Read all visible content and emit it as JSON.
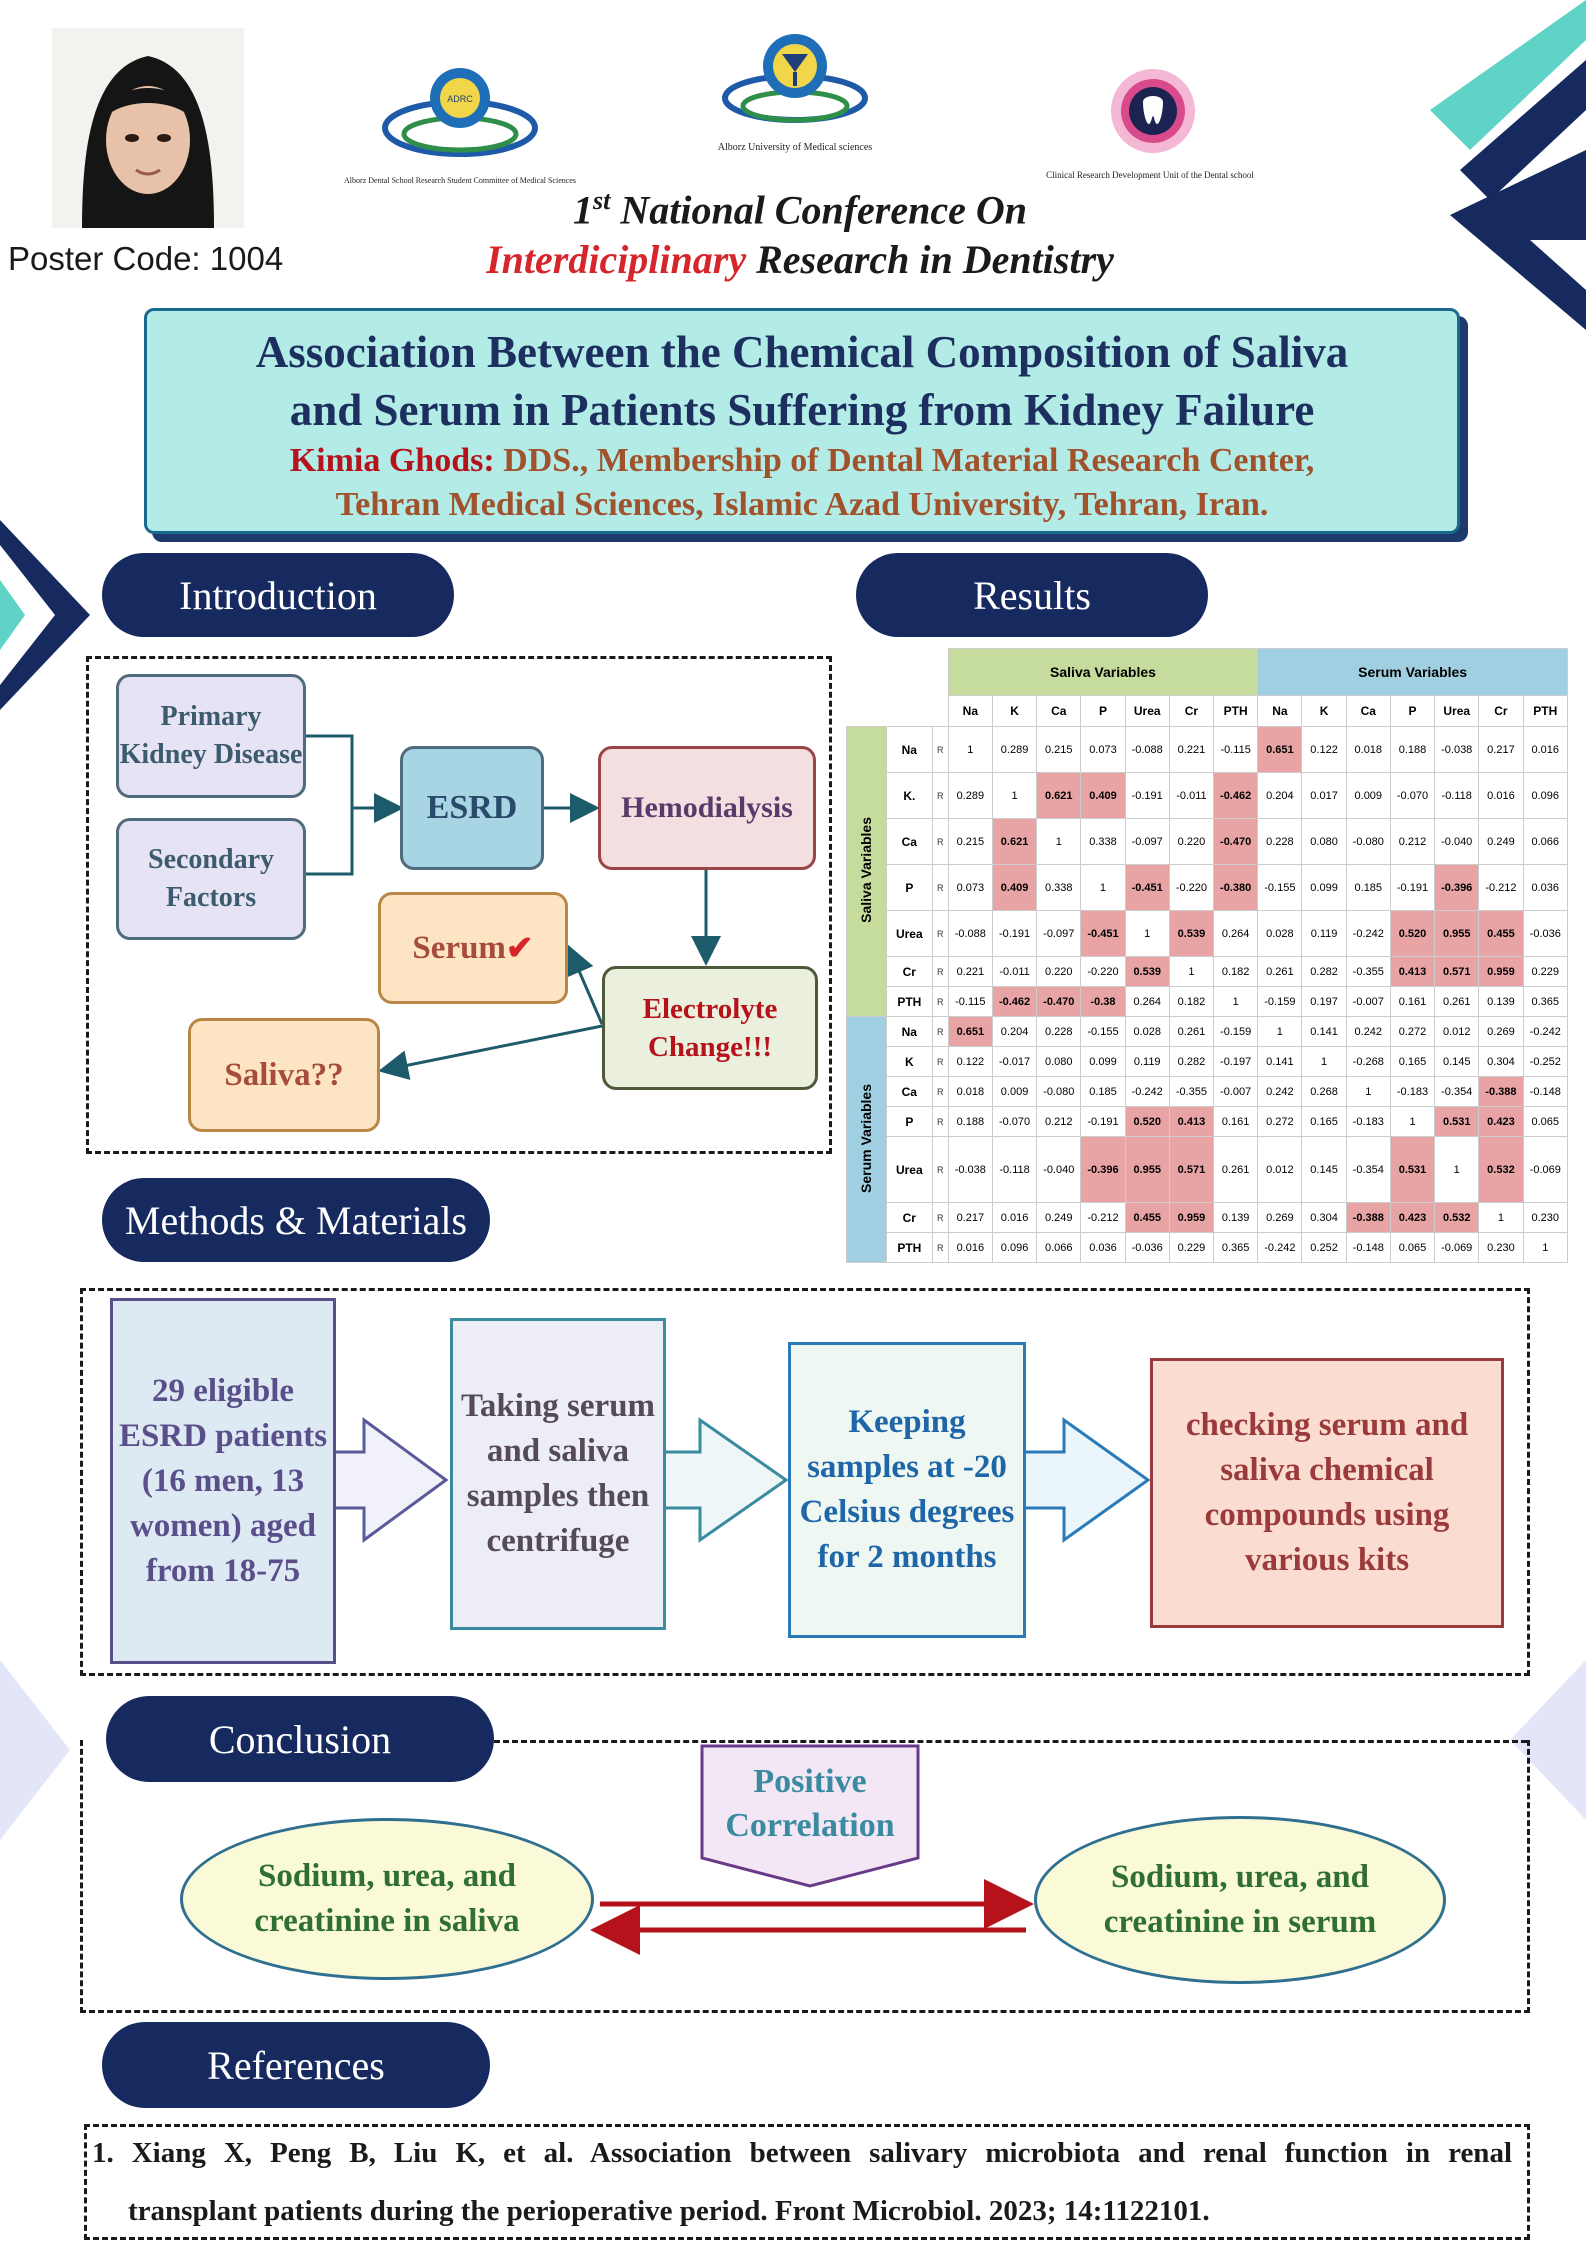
{
  "header": {
    "poster_code": "Poster Code: 1004",
    "logo_left_label": "Alborz Dental School Research Student Committee of Medical Sciences",
    "logo_left_text": "ADRC",
    "logo_center_label": "Alborz University of Medical sciences",
    "logo_right_label": "Clinical Research Development Unit of the Dental school",
    "conference_line1_ord": "1",
    "conference_line1_sup": "st",
    "conference_line1_rest": " National Conference On",
    "conference_line2_red": "Interdiciplinary",
    "conference_line2_rest": " Research in Dentistry"
  },
  "title": {
    "line1": "Association Between the Chemical Composition of Saliva",
    "line2": "and Serum in Patients Suffering from Kidney Failure",
    "author_name": "Kimia Ghods:",
    "affiliation1": " DDS., Membership of Dental Material Research Center,",
    "affiliation2": "Tehran Medical Sciences, Islamic Azad University, Tehran, Iran."
  },
  "sections": {
    "introduction": "Introduction",
    "results": "Results",
    "methods": "Methods & Materials",
    "conclusion": "Conclusion",
    "references": "References"
  },
  "intro": {
    "primary": "Primary Kidney Disease",
    "secondary": "Secondary Factors",
    "esrd": "ESRD",
    "hemodialysis": "Hemodialysis",
    "serum": "Serum",
    "serum_mark": "✔",
    "electrolyte": "Electrolyte Change!!!",
    "saliva": "Saliva??"
  },
  "results_table": {
    "saliva_group": "Saliva Variables",
    "serum_group": "Serum Variables",
    "columns": [
      "Na",
      "K",
      "Ca",
      "P",
      "Urea",
      "Cr",
      "PTH",
      "Na",
      "K",
      "Ca",
      "P",
      "Urea",
      "Cr",
      "PTH"
    ],
    "r_label": "R",
    "saliva_rows": [
      {
        "label": "Na",
        "values": [
          "1",
          "0.289",
          "0.215",
          "0.073",
          "-0.088",
          "0.221",
          "-0.115",
          "0.651",
          "0.122",
          "0.018",
          "0.188",
          "-0.038",
          "0.217",
          "0.016"
        ]
      },
      {
        "label": "K.",
        "values": [
          "0.289",
          "1",
          "0.621",
          "0.409",
          "-0.191",
          "-0.011",
          "-0.462",
          "0.204",
          "0.017",
          "0.009",
          "-0.070",
          "-0.118",
          "0.016",
          "0.096"
        ]
      },
      {
        "label": "Ca",
        "values": [
          "0.215",
          "0.621",
          "1",
          "0.338",
          "-0.097",
          "0.220",
          "-0.470",
          "0.228",
          "0.080",
          "-0.080",
          "0.212",
          "-0.040",
          "0.249",
          "0.066"
        ]
      },
      {
        "label": "P",
        "values": [
          "0.073",
          "0.409",
          "0.338",
          "1",
          "-0.451",
          "-0.220",
          "-0.380",
          "-0.155",
          "0.099",
          "0.185",
          "-0.191",
          "-0.396",
          "-0.212",
          "0.036"
        ]
      },
      {
        "label": "Urea",
        "values": [
          "-0.088",
          "-0.191",
          "-0.097",
          "-0.451",
          "1",
          "0.539",
          "0.264",
          "0.028",
          "0.119",
          "-0.242",
          "0.520",
          "0.955",
          "0.455",
          "-0.036"
        ]
      },
      {
        "label": "Cr",
        "values": [
          "0.221",
          "-0.011",
          "0.220",
          "-0.220",
          "0.539",
          "1",
          "0.182",
          "0.261",
          "0.282",
          "-0.355",
          "0.413",
          "0.571",
          "0.959",
          "0.229"
        ]
      },
      {
        "label": "PTH",
        "values": [
          "-0.115",
          "-0.462",
          "-0.470",
          "-0.38",
          "0.264",
          "0.182",
          "1",
          "-0.159",
          "0.197",
          "-0.007",
          "0.161",
          "0.261",
          "0.139",
          "0.365"
        ]
      }
    ],
    "serum_rows": [
      {
        "label": "Na",
        "values": [
          "0.651",
          "0.204",
          "0.228",
          "-0.155",
          "0.028",
          "0.261",
          "-0.159",
          "1",
          "0.141",
          "0.242",
          "0.272",
          "0.012",
          "0.269",
          "-0.242"
        ]
      },
      {
        "label": "K",
        "values": [
          "0.122",
          "-0.017",
          "0.080",
          "0.099",
          "0.119",
          "0.282",
          "-0.197",
          "0.141",
          "1",
          "-0.268",
          "0.165",
          "0.145",
          "0.304",
          "-0.252"
        ]
      },
      {
        "label": "Ca",
        "values": [
          "0.018",
          "0.009",
          "-0.080",
          "0.185",
          "-0.242",
          "-0.355",
          "-0.007",
          "0.242",
          "0.268",
          "1",
          "-0.183",
          "-0.354",
          "-0.388",
          "-0.148"
        ]
      },
      {
        "label": "P",
        "values": [
          "0.188",
          "-0.070",
          "0.212",
          "-0.191",
          "0.520",
          "0.413",
          "0.161",
          "0.272",
          "0.165",
          "-0.183",
          "1",
          "0.531",
          "0.423",
          "0.065"
        ]
      },
      {
        "label": "Urea",
        "values": [
          "-0.038",
          "-0.118",
          "-0.040",
          "-0.396",
          "0.955",
          "0.571",
          "0.261",
          "0.012",
          "0.145",
          "-0.354",
          "0.531",
          "1",
          "0.532",
          "-0.069"
        ]
      },
      {
        "label": "Cr",
        "values": [
          "0.217",
          "0.016",
          "0.249",
          "-0.212",
          "0.455",
          "0.959",
          "0.139",
          "0.269",
          "0.304",
          "-0.388",
          "0.423",
          "0.532",
          "1",
          "0.230"
        ]
      },
      {
        "label": "PTH",
        "values": [
          "0.016",
          "0.096",
          "0.066",
          "0.036",
          "-0.036",
          "0.229",
          "0.365",
          "-0.242",
          "0.252",
          "-0.148",
          "0.065",
          "-0.069",
          "0.230",
          "1"
        ]
      }
    ],
    "highlighted": [
      "s0c7",
      "s1c2",
      "s1c3",
      "s1c6",
      "s2c1",
      "s2c6",
      "s3c1",
      "s3c4",
      "s3c6",
      "s3c11",
      "s4c3",
      "s4c5",
      "s4c10",
      "s4c11",
      "s4c12",
      "s5c4",
      "s5c10",
      "s5c11",
      "s5c12",
      "s6c1",
      "s6c2",
      "s6c3",
      "v0c0",
      "v2c12",
      "v3c4",
      "v3c5",
      "v3c11",
      "v3c12",
      "v4c3",
      "v4c4",
      "v4c5",
      "v4c10",
      "v4c12",
      "v5c4",
      "v5c5",
      "v5c9",
      "v5c10",
      "v5c11"
    ]
  },
  "methods": {
    "step1": "29 eligible ESRD patients (16 men, 13 women) aged from 18-75",
    "step2": "Taking serum and saliva samples then centrifuge",
    "step3": "Keeping samples at -20 Celsius degrees for 2 months",
    "step4": "checking serum and saliva chemical compounds using various kits"
  },
  "conclusion": {
    "left": "Sodium, urea, and creatinine in saliva",
    "right": "Sodium, urea, and creatinine in serum",
    "relation": "Positive Correlation"
  },
  "references": {
    "item1_line1": "1. Xiang X, Peng B, Liu K, et al. Association between salivary microbiota and renal function in renal",
    "item1_line2": "transplant patients during the perioperative period. Front Microbiol. 2023; 14:1122101."
  },
  "colors": {
    "navy": "#162a5f",
    "teal": "#5fd3c5",
    "title_bg": "#b3ece7",
    "highlight": "#e8a3a5",
    "saliva_green": "#c6dc9c",
    "serum_blue": "#9fcfe0",
    "accent_red": "#d6262b"
  }
}
